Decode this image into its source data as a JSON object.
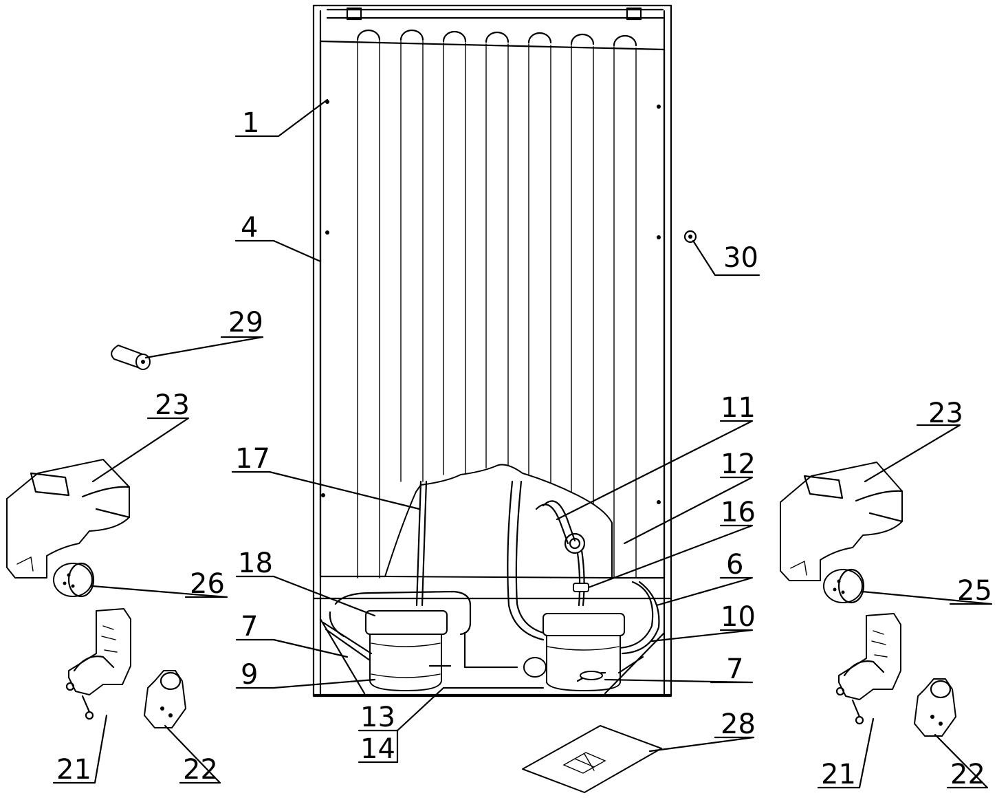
{
  "callouts": [
    {
      "id": "c1",
      "text": "1"
    },
    {
      "id": "c4",
      "text": "4"
    },
    {
      "id": "c30",
      "text": "30"
    },
    {
      "id": "c29",
      "text": "29"
    },
    {
      "id": "c23a",
      "text": "23"
    },
    {
      "id": "c23b",
      "text": "23"
    },
    {
      "id": "c11",
      "text": "11"
    },
    {
      "id": "c17",
      "text": "17"
    },
    {
      "id": "c12",
      "text": "12"
    },
    {
      "id": "c16",
      "text": "16"
    },
    {
      "id": "c18",
      "text": "18"
    },
    {
      "id": "c6",
      "text": "6"
    },
    {
      "id": "c26",
      "text": "26"
    },
    {
      "id": "c25",
      "text": "25"
    },
    {
      "id": "c7a",
      "text": "7"
    },
    {
      "id": "c10",
      "text": "10"
    },
    {
      "id": "c9",
      "text": "9"
    },
    {
      "id": "c7b",
      "text": "7"
    },
    {
      "id": "c13",
      "text": "13"
    },
    {
      "id": "c14",
      "text": "14"
    },
    {
      "id": "c28",
      "text": "28"
    },
    {
      "id": "c21a",
      "text": "21"
    },
    {
      "id": "c22a",
      "text": "22"
    },
    {
      "id": "c21b",
      "text": "21"
    },
    {
      "id": "c22b",
      "text": "22"
    }
  ]
}
